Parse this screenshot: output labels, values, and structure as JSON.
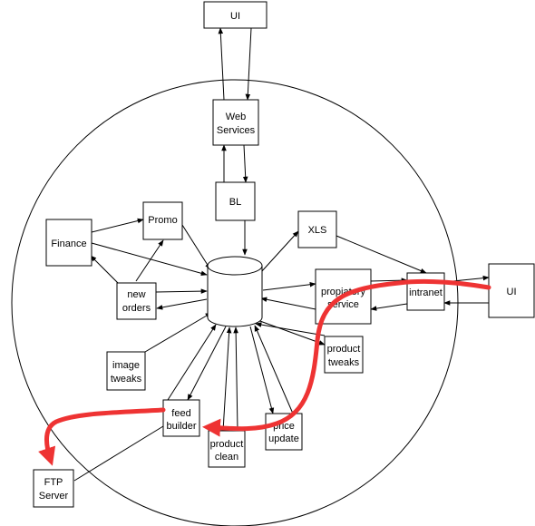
{
  "colors": {
    "highlight": "#ee3333",
    "stroke": "#000000",
    "background": "#ffffff"
  },
  "nodes": {
    "ui_top": [
      "UI"
    ],
    "web_services": [
      "Web",
      "Services"
    ],
    "bl": [
      "BL"
    ],
    "finance": [
      "Finance"
    ],
    "promo": [
      "Promo"
    ],
    "xls": [
      "XLS"
    ],
    "new_orders": [
      "new",
      "orders"
    ],
    "database": [],
    "propiatory_service": [
      "propiatory",
      "service"
    ],
    "intranet": [
      "intranet"
    ],
    "ui_right": [
      "UI"
    ],
    "image_tweaks": [
      "image",
      "tweaks"
    ],
    "product_tweaks": [
      "product",
      "tweaks"
    ],
    "feed_builder": [
      "feed",
      "builder"
    ],
    "product_clean": [
      "product",
      "clean"
    ],
    "price_update": [
      "price",
      "update"
    ],
    "ftp_server": [
      "FTP",
      "Server"
    ]
  }
}
